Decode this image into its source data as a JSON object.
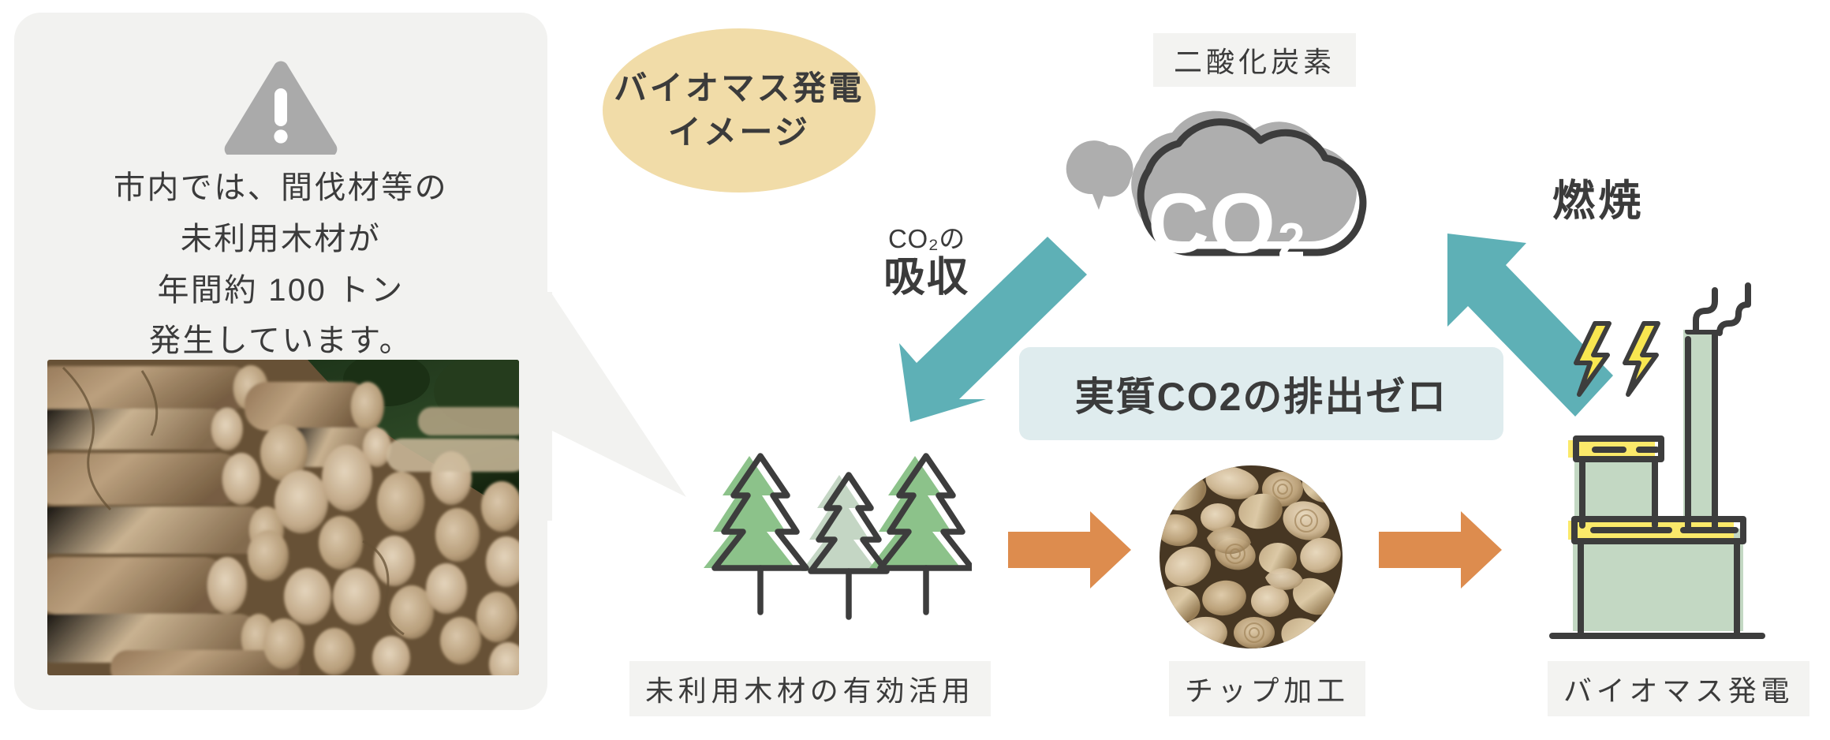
{
  "colors": {
    "panel_bg": "#f2f2f0",
    "label_bg": "#f3f3f1",
    "title_ellipse": "#f1dca8",
    "teal_arrow": "#5eb0b6",
    "orange_arrow": "#dd8c4e",
    "netzero_bg": "#dfecee",
    "cloud_fill": "#aeaeae",
    "cloud_outline": "#3d3d3d",
    "tree_green": "#8cc28a",
    "tree_green_pale": "#c4d6c4",
    "plant_green": "#c3d8c3",
    "plant_yellow": "#fbe96a",
    "bolt_yellow": "#f8e650",
    "text_dark": "#3b3b3b",
    "warn_gray": "#aaaaaa"
  },
  "info_panel": {
    "warning_icon": "warning-triangle-icon",
    "lines": [
      "市内では、間伐材等の",
      "未利用木材が",
      "年間約 100 トン",
      "発生しています。"
    ],
    "photo_alt": "stacked-logs-photo"
  },
  "title": {
    "lines": [
      "バイオマス発電",
      "イメージ"
    ]
  },
  "cloud": {
    "label": "二酸化炭素",
    "formula_main": "CO",
    "formula_sub": "2"
  },
  "absorption": {
    "small": "CO₂の",
    "big": "吸収",
    "arrow": "teal-arrow-down-right"
  },
  "combustion": {
    "label": "燃焼",
    "arrow": "teal-arrow-up-left"
  },
  "netzero": {
    "label": "実質CO2の排出ゼロ"
  },
  "flow": {
    "steps": [
      {
        "icon": "pine-trees-icon",
        "label": "未利用木材の有効活用"
      },
      {
        "icon": "wood-chips-photo",
        "label": "チップ加工"
      },
      {
        "icon": "biomass-power-plant-icon",
        "label": "バイオマス発電"
      }
    ],
    "connector_1": "orange-arrow-right",
    "connector_2": "orange-arrow-right"
  }
}
